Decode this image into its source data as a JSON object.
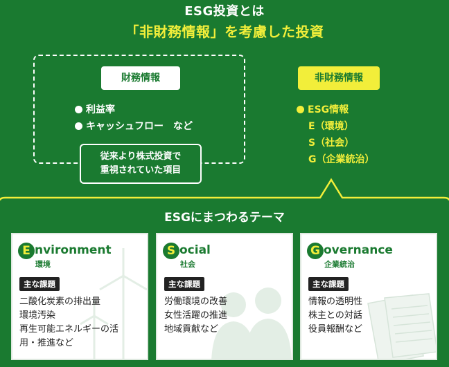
{
  "header": {
    "title_top": "ESG投資とは",
    "title_main": "「非財務情報」を考慮した投資"
  },
  "financial": {
    "label": "財務情報",
    "items": [
      "利益率",
      "キャッシュフロー　など"
    ],
    "callout_lines": [
      "従来より株式投資で",
      "重視されていた項目"
    ]
  },
  "nonfinancial": {
    "label": "非財務情報",
    "main_item": "ESG情報",
    "sub_items": [
      "E（環境）",
      "S（社会）",
      "G（企業統治）"
    ]
  },
  "themes": {
    "title": "ESGにまつわるテーマ",
    "issue_label": "主な課題",
    "cards": [
      {
        "letter": "E",
        "word": "nvironment",
        "jp": "環境",
        "issues": [
          "二酸化炭素の排出量",
          "環境汚染",
          "再生可能エネルギーの活",
          "用・推進など"
        ]
      },
      {
        "letter": "S",
        "word": "ocial",
        "jp": "社会",
        "issues": [
          "労働環境の改善",
          "女性活躍の推進",
          "地域貢献など"
        ]
      },
      {
        "letter": "G",
        "word": "overnance",
        "jp": "企業統治",
        "issues": [
          "情報の透明性",
          "株主との対話",
          "役員報酬など"
        ]
      }
    ]
  },
  "colors": {
    "background": "#1a7a30",
    "accent_yellow": "#f2ee3a",
    "text_white": "#ffffff",
    "label_dark": "#222222"
  },
  "icons": [
    "wind-turbine-illustration",
    "people-illustration",
    "documents-illustration"
  ]
}
